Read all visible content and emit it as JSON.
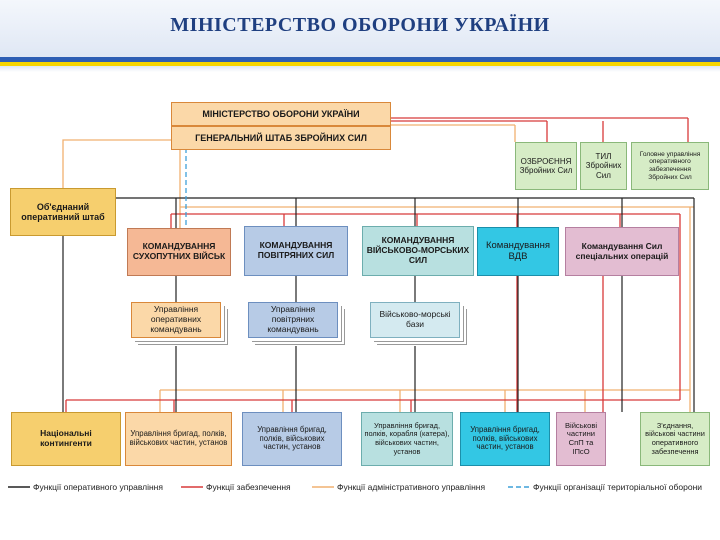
{
  "header": {
    "title": "МІНІСТЕРСТВО ОБОРОНИ УКРАЇНИ"
  },
  "colors": {
    "header_blue": "#2e5fb4",
    "header_yellow": "#f6d500",
    "title": "#1f3f80",
    "orange": "#fbd8a8",
    "green": "#d6ecc6",
    "salmon": "#f5b895",
    "blue": "#b7cbe6",
    "teal": "#b8e0e0",
    "cyan": "#33c7e4",
    "pink": "#e3bdd2",
    "yellow": "#f6cf6e",
    "line_operational": "#222222",
    "line_support": "#d83a3a",
    "line_admin": "#f0b070",
    "line_territorial": "#3fa0d8"
  },
  "diagram": {
    "ministry": "МІНІСТЕРСТВО ОБОРОНИ УКРАЇНИ",
    "general_staff": "ГЕНЕРАЛЬНИЙ ШТАБ ЗБРОЙНИХ СИЛ",
    "joint_hq": "Об'єднаний оперативний штаб",
    "armament": "ОЗБРОЄННЯ Збройних Сил",
    "logistics": "ТИЛ Збройних Сил",
    "operational_support": "Головне управління оперативного забезпечення Збройних Сил",
    "commands": {
      "land": "КОМАНДУВАННЯ СУХОПУТНИХ ВІЙСЬК",
      "air": "КОМАНДУВАННЯ ПОВІТРЯНИХ СИЛ",
      "navy": "КОМАНДУВАННЯ ВІЙСЬКОВО-МОРСЬКИХ СИЛ",
      "airborne": "Командування ВДВ",
      "special": "Командування Сил спеціальних операцій"
    },
    "mid": {
      "land": "Управління оперативних командувань",
      "air": "Управління повітряних командувань",
      "navy": "Військово-морські бази"
    },
    "bottom": {
      "national": "Національні контингенти",
      "land": "Управління бригад, полків, військових частин, установ",
      "air": "Управління бригад, полків, військових частин, установ",
      "navy": "Управління бригад, полків, корабля (катера), військових частин, установ",
      "airborne": "Управління бригад, полків, військових частин, установ",
      "special": "Військові частини СпП та ІПсО",
      "support": "З'єднання, військові частини оперативного забезпечення"
    }
  },
  "legend": [
    {
      "label": "Функції оперативного управління",
      "color": "#222222",
      "style": "solid"
    },
    {
      "label": "Функції забезпечення",
      "color": "#d83a3a",
      "style": "solid"
    },
    {
      "label": "Функції адміністративного управління",
      "color": "#f0b070",
      "style": "solid"
    },
    {
      "label": "Функції організації територіальної оборони",
      "color": "#3fa0d8",
      "style": "dashed"
    }
  ]
}
